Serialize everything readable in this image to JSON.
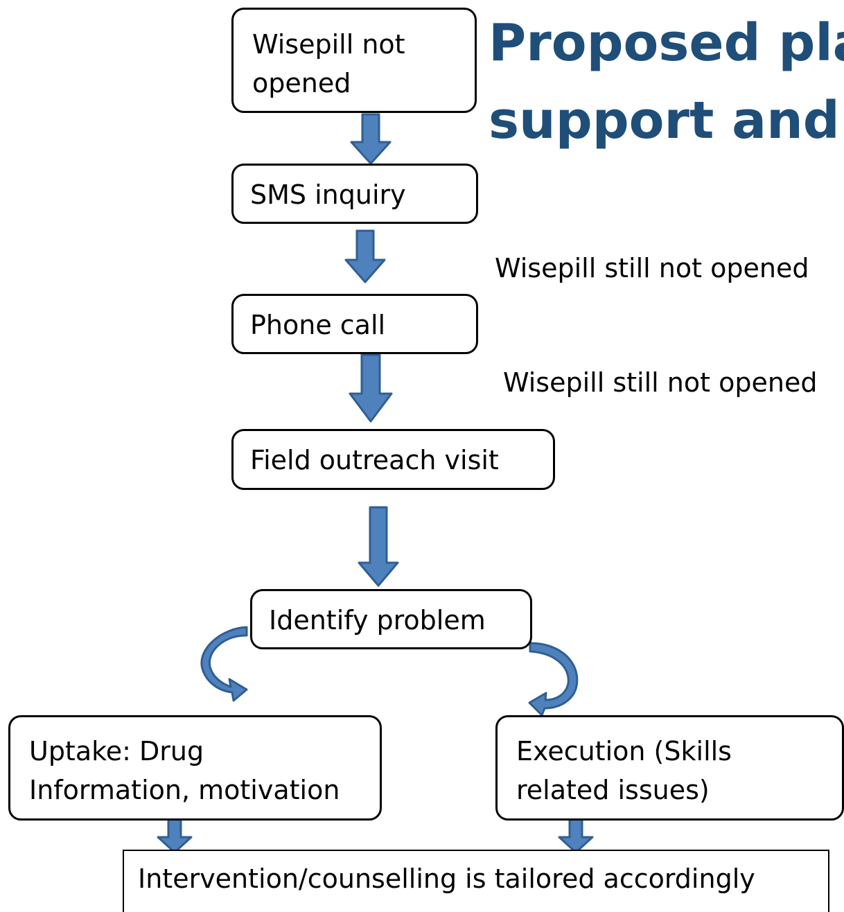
{
  "title": {
    "line1": "Proposed pla",
    "line2": "support and"
  },
  "boxes": {
    "wisepill_not_opened": {
      "line1": "Wisepill not",
      "line2": "opened"
    },
    "sms_inquiry": "SMS inquiry",
    "phone_call": "Phone call",
    "field_outreach_visit": "Field outreach visit",
    "identify_problem": "Identify problem",
    "uptake": {
      "line1": "Uptake: Drug",
      "line2": "Information, motivation"
    },
    "execution": {
      "line1": "Execution (Skills",
      "line2": "related issues)"
    }
  },
  "notes": {
    "after_sms": "Wisepill  still not opened",
    "after_phone": "Wisepill  still not opened"
  },
  "outcome": "Intervention/counselling is tailored accordingly",
  "colors": {
    "title": "#1F4E79",
    "arrow_fill": "#4F81BD",
    "arrow_stroke": "#2F5E93",
    "box_border": "#000000"
  }
}
